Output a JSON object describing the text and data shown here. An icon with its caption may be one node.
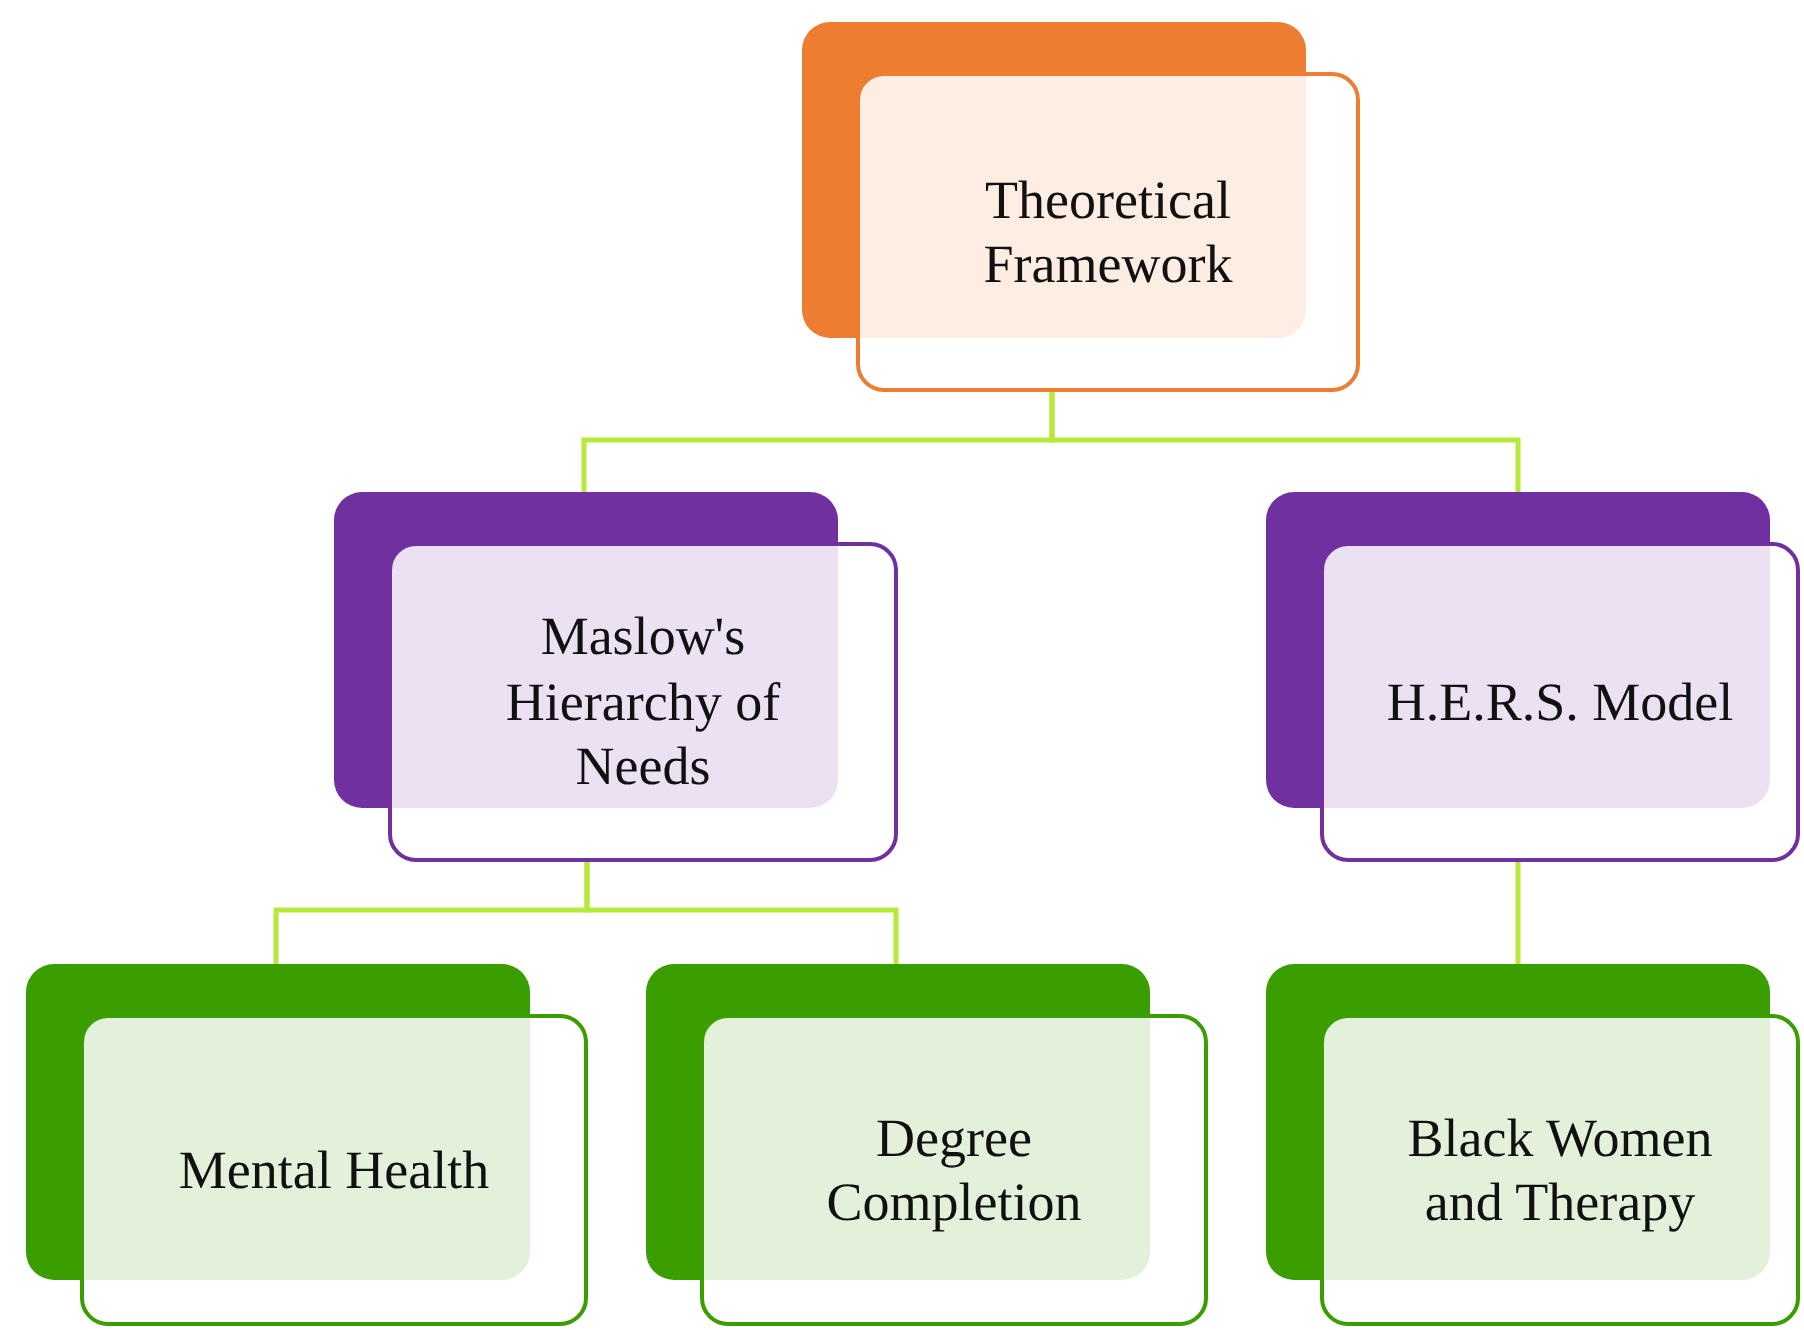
{
  "diagram": {
    "nodes": [
      {
        "text": [
          "Theoretical Framework"
        ]
      },
      {
        "text": [
          "Maslow's Hierarchy of Needs"
        ]
      },
      {
        "text": [
          "H.E.R.S. Model"
        ]
      },
      {
        "text": [
          "Mental Health"
        ]
      },
      {
        "text": [
          "Degree Completion"
        ]
      },
      {
        "text": [
          "Black Women and Therapy"
        ]
      }
    ],
    "edges": [
      {
        "from": 0,
        "to": 1,
        "arrow": "none"
      },
      {
        "from": 0,
        "to": 2,
        "arrow": "none"
      },
      {
        "from": 1,
        "to": 3,
        "arrow": "none"
      },
      {
        "from": 1,
        "to": 4,
        "arrow": "none"
      },
      {
        "from": 2,
        "to": 5,
        "arrow": "none"
      }
    ]
  }
}
